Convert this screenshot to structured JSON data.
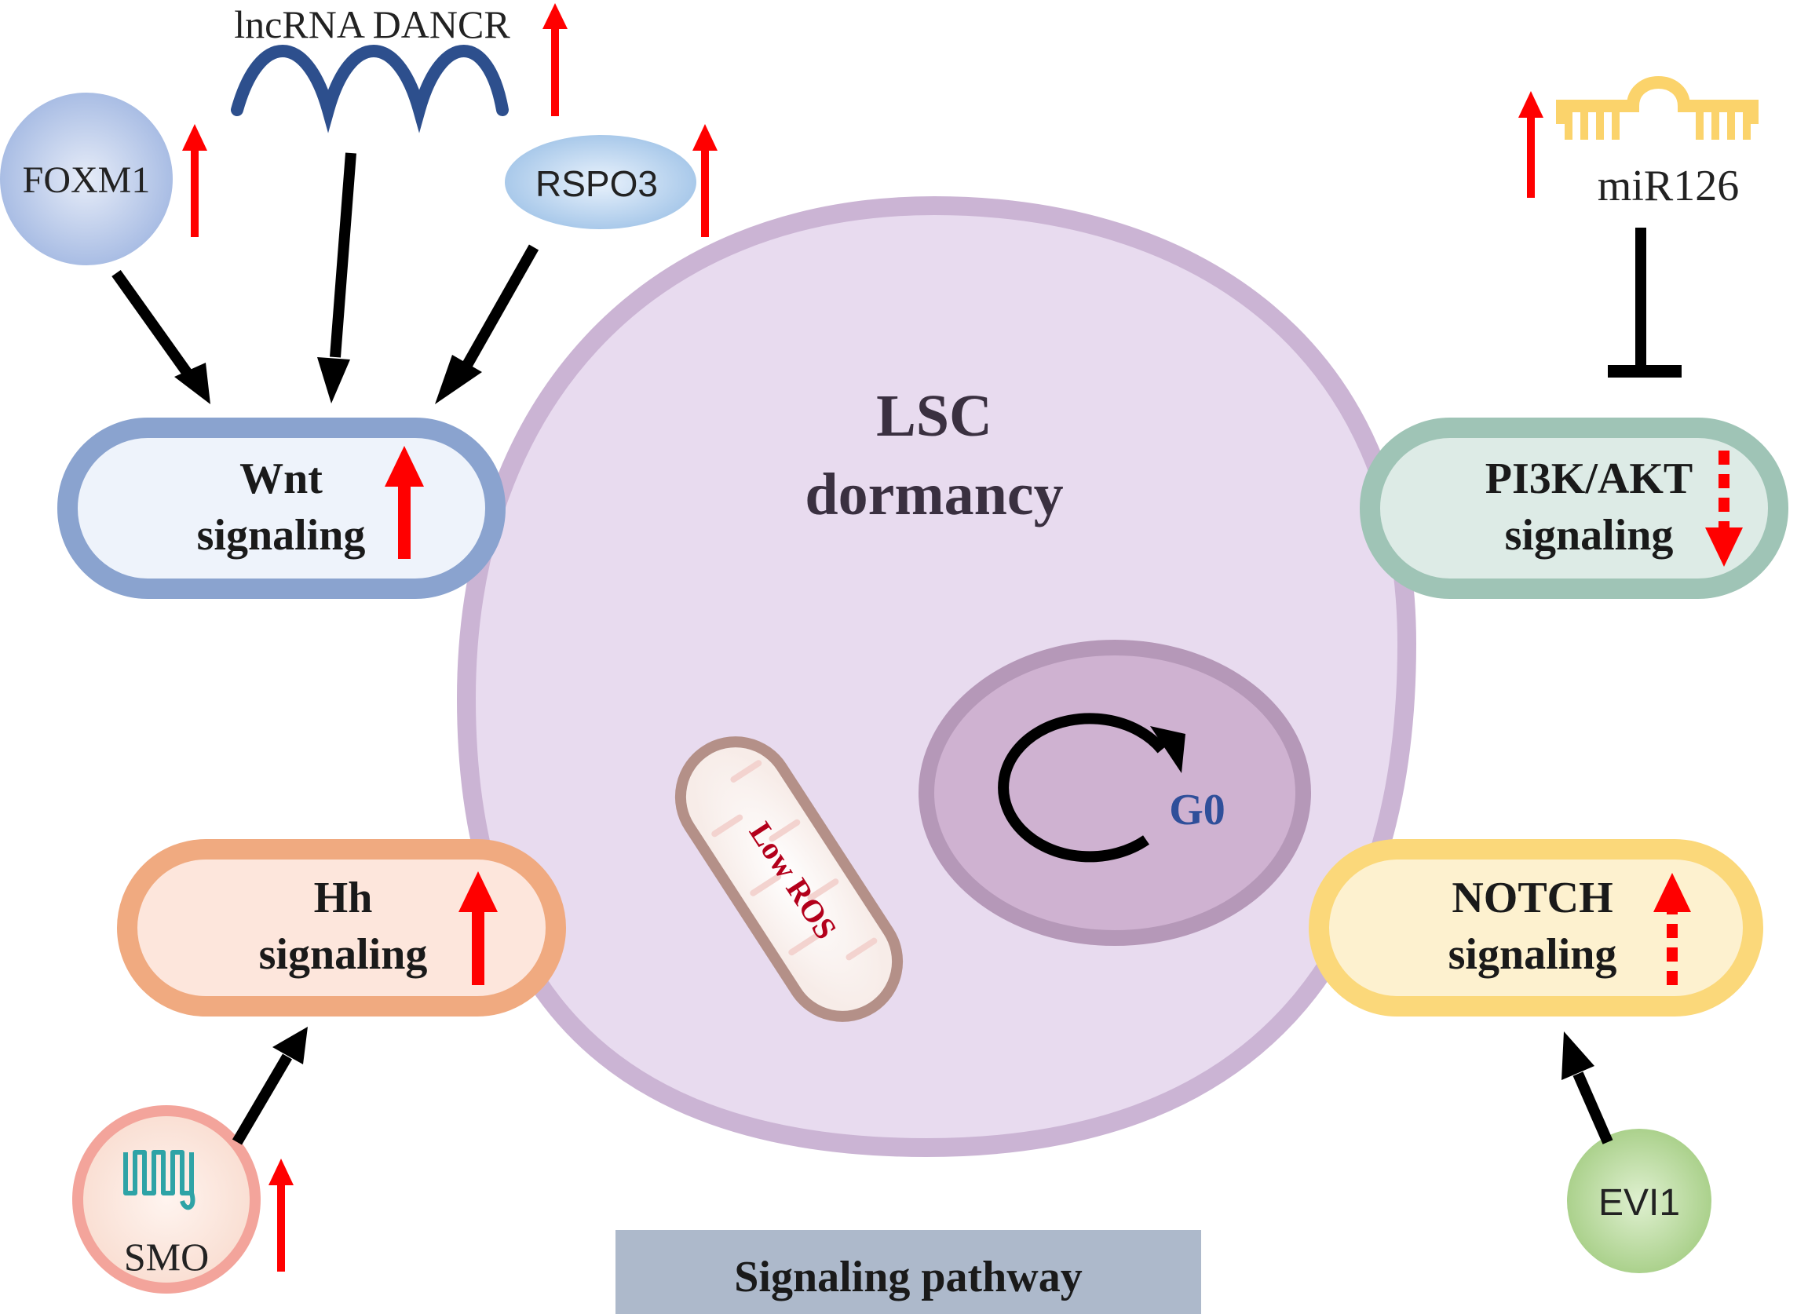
{
  "center": {
    "title_line1": "LSC",
    "title_line2": "dormancy",
    "cell_cycle_label": "G0",
    "mitochondrion_label": "Low ROS"
  },
  "footer": {
    "label": "Signaling pathway"
  },
  "pathways": {
    "wnt": {
      "line1": "Wnt",
      "line2": "signaling",
      "direction": "up",
      "style": "solid",
      "color": "#8aa3cf"
    },
    "pi3k": {
      "line1": "PI3K/AKT",
      "line2": "signaling",
      "direction": "down",
      "style": "dashed",
      "color": "#9fc4b6"
    },
    "hh": {
      "line1": "Hh",
      "line2": "signaling",
      "direction": "up",
      "style": "solid",
      "color": "#f0aa80"
    },
    "notch": {
      "line1": "NOTCH",
      "line2": "signaling",
      "direction": "up",
      "style": "dashed",
      "color": "#fbd87a"
    }
  },
  "regulators": {
    "foxm1": {
      "label": "FOXM1",
      "direction": "up",
      "effect": "activates",
      "target": "Wnt signaling"
    },
    "dancr": {
      "label": "lncRNA DANCR",
      "direction": "up",
      "effect": "activates",
      "target": "Wnt signaling"
    },
    "rspo3": {
      "label": "RSPO3",
      "direction": "up",
      "effect": "activates",
      "target": "Wnt signaling"
    },
    "mir126": {
      "label": "miR126",
      "direction": "up",
      "effect": "inhibits",
      "target": "PI3K/AKT signaling"
    },
    "smo": {
      "label": "SMO",
      "direction": "up",
      "effect": "activates",
      "target": "Hh signaling"
    },
    "evi1": {
      "label": "EVI1",
      "direction": "none",
      "effect": "activates",
      "target": "NOTCH signaling"
    }
  },
  "colors": {
    "up_arrow": "#ff0000",
    "cell_fill": "#e8dbef",
    "cell_border": "#cbb4d4",
    "nucleus_fill": "#cfb2d1",
    "footer_bar": "#adb9cb",
    "g0_text": "#2f4f9a",
    "ros_text": "#b3001b"
  }
}
